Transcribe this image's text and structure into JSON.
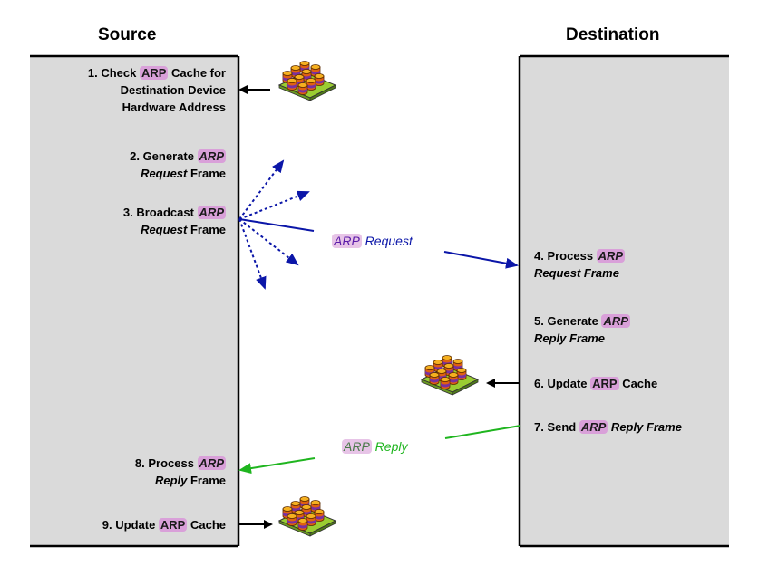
{
  "headers": {
    "source": "Source",
    "destination": "Destination"
  },
  "arp": "ARP",
  "steps": {
    "s1": {
      "l1a": "1. Check ",
      "l1b": " Cache for",
      "l2": "Destination Device",
      "l3": "Hardware Address"
    },
    "s2": {
      "l1a": "2. Generate ",
      "l2a": "Request",
      "l2b": " Frame"
    },
    "s3": {
      "l1a": "3. Broadcast ",
      "l2a": "Request",
      "l2b": " Frame"
    },
    "s4": {
      "l1a": "4. Process ",
      "l2": "Request Frame"
    },
    "s5": {
      "l1a": "5. Generate ",
      "l2": "Reply Frame"
    },
    "s6": {
      "l1a": "6. Update ",
      "l1b": " Cache"
    },
    "s7": {
      "l1a": "7. Send ",
      "l1b": " Reply Frame"
    },
    "s8": {
      "l1a": "8. Process ",
      "l2a": "Reply",
      "l2b": " Frame"
    },
    "s9": {
      "l1a": "9. Update ",
      "l1b": " Cache"
    }
  },
  "messages": {
    "request": {
      "arp": "ARP",
      "text": " Request"
    },
    "reply": {
      "arp": "ARP",
      "text": " Reply"
    }
  },
  "colors": {
    "panel": "#dadada",
    "arp_highlight": "#d9a0d9",
    "request": "#0b16a8",
    "reply": "#1fb51f",
    "request_label_arp": "#5a1aa8",
    "reply_label_arp": "#4a7a4a"
  },
  "icons": [
    "arp-cache-icon"
  ]
}
